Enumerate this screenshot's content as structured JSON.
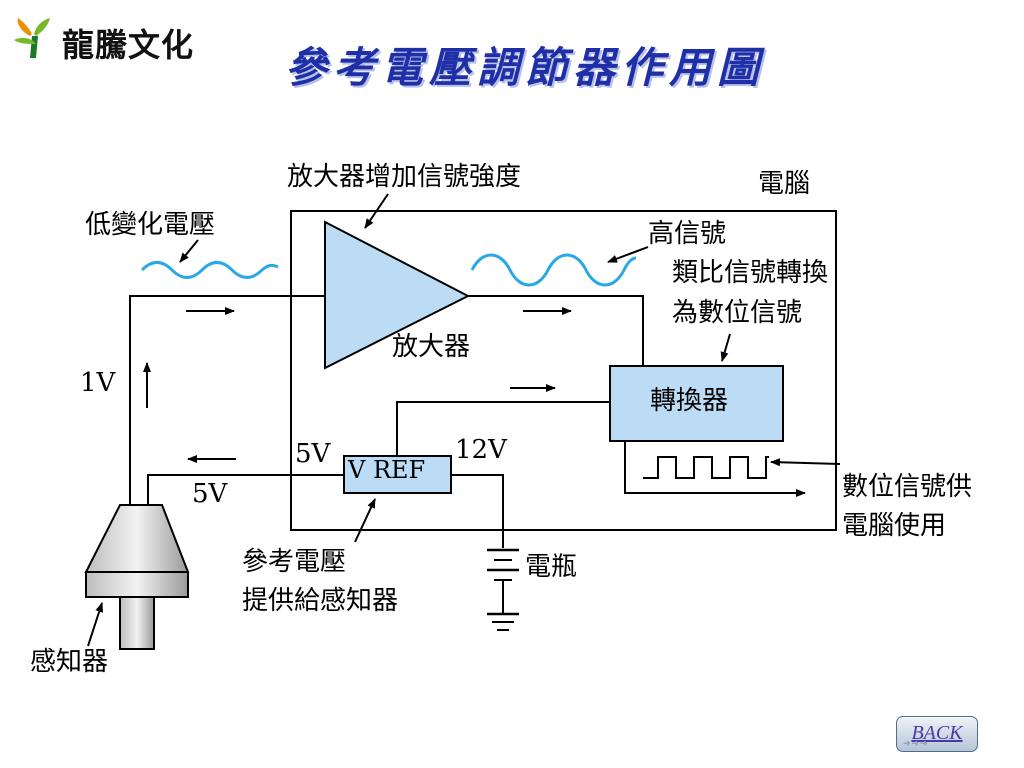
{
  "logo": {
    "text": "龍騰文化"
  },
  "title": "參考電壓調節器作用圖",
  "labels": {
    "computer": "電腦",
    "amp_increase": "放大器增加信號強度",
    "low_change_voltage": "低變化電壓",
    "high_signal": "高信號",
    "analog_to_digital_1": "類比信號轉換",
    "analog_to_digital_2": "為數位信號",
    "amplifier": "放大器",
    "converter": "轉換器",
    "v1": "1V",
    "v5_left": "5V",
    "v5_below": "5V",
    "v12": "12V",
    "vref": "V REF",
    "digital_signal_1": "數位信號供",
    "digital_signal_2": "電腦使用",
    "ref_voltage_1": "參考電壓",
    "ref_voltage_2": "提供給感知器",
    "battery": "電瓶",
    "sensor": "感知器"
  },
  "colors": {
    "title": "#1f2fa8",
    "block_fill": "#bcdcf5",
    "wave": "#2aa8e6"
  },
  "nav": {
    "back_label": "BACK"
  }
}
